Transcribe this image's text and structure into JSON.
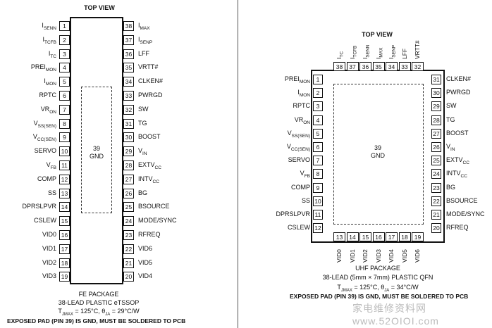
{
  "fe": {
    "top_view": "TOP VIEW",
    "gnd_num": "39",
    "gnd_label": "GND",
    "left_pins": [
      {
        "num": "1",
        "name": "I",
        "sub": "SENN"
      },
      {
        "num": "2",
        "name": "I",
        "sub": "TCFB"
      },
      {
        "num": "3",
        "name": "I",
        "sub": "TC"
      },
      {
        "num": "4",
        "name": "PREI",
        "sub": "MON"
      },
      {
        "num": "5",
        "name": "I",
        "sub": "MON"
      },
      {
        "num": "6",
        "name": "RPTC",
        "sub": ""
      },
      {
        "num": "7",
        "name": "VR",
        "sub": "ON"
      },
      {
        "num": "8",
        "name": "V",
        "sub": "SS(SEN)"
      },
      {
        "num": "9",
        "name": "V",
        "sub": "CC(SEN)"
      },
      {
        "num": "10",
        "name": "SERVO",
        "sub": ""
      },
      {
        "num": "11",
        "name": "V",
        "sub": "FB"
      },
      {
        "num": "12",
        "name": "COMP",
        "sub": ""
      },
      {
        "num": "13",
        "name": "SS",
        "sub": ""
      },
      {
        "num": "14",
        "name": "DPRSLPVR",
        "sub": ""
      },
      {
        "num": "15",
        "name": "CSLEW",
        "sub": ""
      },
      {
        "num": "16",
        "name": "VID0",
        "sub": ""
      },
      {
        "num": "17",
        "name": "VID1",
        "sub": ""
      },
      {
        "num": "18",
        "name": "VID2",
        "sub": ""
      },
      {
        "num": "19",
        "name": "VID3",
        "sub": ""
      }
    ],
    "right_pins": [
      {
        "num": "38",
        "name": "I",
        "sub": "MAX"
      },
      {
        "num": "37",
        "name": "I",
        "sub": "SENP"
      },
      {
        "num": "36",
        "name": "LFF",
        "sub": ""
      },
      {
        "num": "35",
        "name": "VRTT#",
        "sub": ""
      },
      {
        "num": "34",
        "name": "CLKEN#",
        "sub": ""
      },
      {
        "num": "33",
        "name": "PWRGD",
        "sub": ""
      },
      {
        "num": "32",
        "name": "SW",
        "sub": ""
      },
      {
        "num": "31",
        "name": "TG",
        "sub": ""
      },
      {
        "num": "30",
        "name": "BOOST",
        "sub": ""
      },
      {
        "num": "29",
        "name": "V",
        "sub": "IN"
      },
      {
        "num": "28",
        "name": "EXTV",
        "sub": "CC"
      },
      {
        "num": "27",
        "name": "INTV",
        "sub": "CC"
      },
      {
        "num": "26",
        "name": "BG",
        "sub": ""
      },
      {
        "num": "25",
        "name": "BSOURCE",
        "sub": ""
      },
      {
        "num": "24",
        "name": "MODE/SYNC",
        "sub": ""
      },
      {
        "num": "23",
        "name": "RFREQ",
        "sub": ""
      },
      {
        "num": "22",
        "name": "VID6",
        "sub": ""
      },
      {
        "num": "21",
        "name": "VID5",
        "sub": ""
      },
      {
        "num": "20",
        "name": "VID4",
        "sub": ""
      }
    ],
    "caption1": "FE PACKAGE",
    "caption2": "38-LEAD PLASTIC eTSSOP",
    "caption3_prefix": "T",
    "caption3_sub": "JMAX",
    "caption3_mid": " = 125°C, θ",
    "caption3_sub2": "JA",
    "caption3_end": " = 29°C/W",
    "caption4": "EXPOSED PAD (PIN 39) IS GND, MUST BE SOLDERED TO PCB"
  },
  "uhf": {
    "top_view": "TOP VIEW",
    "gnd_num": "39",
    "gnd_label": "GND",
    "top_pins": [
      {
        "num": "38",
        "name": "I",
        "sub": "TC"
      },
      {
        "num": "37",
        "name": "I",
        "sub": "TCFB"
      },
      {
        "num": "36",
        "name": "I",
        "sub": "SENN"
      },
      {
        "num": "35",
        "name": "I",
        "sub": "MAX"
      },
      {
        "num": "34",
        "name": "I",
        "sub": "SENP"
      },
      {
        "num": "33",
        "name": "LFF",
        "sub": ""
      },
      {
        "num": "32",
        "name": "VRTT#",
        "sub": ""
      }
    ],
    "left_pins": [
      {
        "num": "1",
        "name": "PREI",
        "sub": "MON"
      },
      {
        "num": "2",
        "name": "I",
        "sub": "MON"
      },
      {
        "num": "3",
        "name": "RPTC",
        "sub": ""
      },
      {
        "num": "4",
        "name": "VR",
        "sub": "ON"
      },
      {
        "num": "5",
        "name": "V",
        "sub": "SS(SEN)"
      },
      {
        "num": "6",
        "name": "V",
        "sub": "CC(SEN)"
      },
      {
        "num": "7",
        "name": "SERVO",
        "sub": ""
      },
      {
        "num": "8",
        "name": "V",
        "sub": "FB"
      },
      {
        "num": "9",
        "name": "COMP",
        "sub": ""
      },
      {
        "num": "10",
        "name": "SS",
        "sub": ""
      },
      {
        "num": "11",
        "name": "DPRSLPVR",
        "sub": ""
      },
      {
        "num": "12",
        "name": "CSLEW",
        "sub": ""
      }
    ],
    "right_pins": [
      {
        "num": "31",
        "name": "CLKEN#",
        "sub": ""
      },
      {
        "num": "30",
        "name": "PWRGD",
        "sub": ""
      },
      {
        "num": "29",
        "name": "SW",
        "sub": ""
      },
      {
        "num": "28",
        "name": "TG",
        "sub": ""
      },
      {
        "num": "27",
        "name": "BOOST",
        "sub": ""
      },
      {
        "num": "26",
        "name": "V",
        "sub": "IN"
      },
      {
        "num": "25",
        "name": "EXTV",
        "sub": "CC"
      },
      {
        "num": "24",
        "name": "INTV",
        "sub": "CC"
      },
      {
        "num": "23",
        "name": "BG",
        "sub": ""
      },
      {
        "num": "22",
        "name": "BSOURCE",
        "sub": ""
      },
      {
        "num": "21",
        "name": "MODE/SYNC",
        "sub": ""
      },
      {
        "num": "20",
        "name": "RFREQ",
        "sub": ""
      }
    ],
    "bottom_pins": [
      {
        "num": "13",
        "name": "VID0"
      },
      {
        "num": "14",
        "name": "VID1"
      },
      {
        "num": "15",
        "name": "VID2"
      },
      {
        "num": "16",
        "name": "VID3"
      },
      {
        "num": "17",
        "name": "VID4"
      },
      {
        "num": "18",
        "name": "VID5"
      },
      {
        "num": "19",
        "name": "VID6"
      }
    ],
    "caption1": "UHF PACKAGE",
    "caption2": "38-LEAD (5mm × 7mm) PLASTIC QFN",
    "caption3_prefix": "T",
    "caption3_sub": "JMAX",
    "caption3_mid": " = 125°C, θ",
    "caption3_sub2": "JA",
    "caption3_end": " = 34°C/W",
    "caption4": "EXPOSED PAD (PIN 39) IS GND, MUST BE SOLDERED TO PCB"
  },
  "watermark": "家电维修资料网  www.52OIOI.com"
}
